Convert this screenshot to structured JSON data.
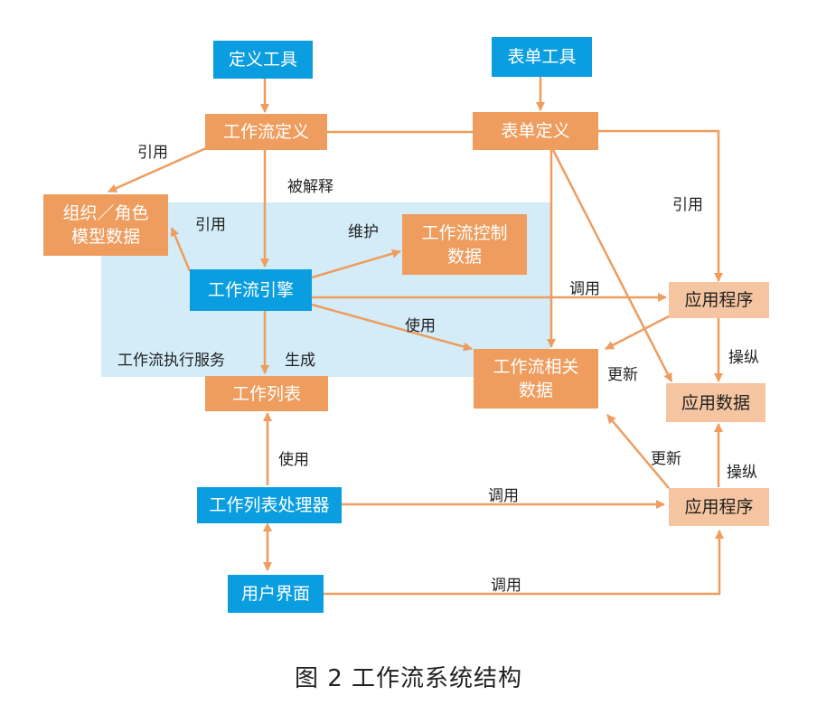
{
  "colors": {
    "blue": "#0a9ee0",
    "orange": "#ee9d5e",
    "peach": "#f5c4a0",
    "arrow": "#ee9d5e",
    "region": "#d3ecf8"
  },
  "nodes": {
    "define_tool": "定义工具",
    "form_tool": "表单工具",
    "workflow_def": "工作流定义",
    "form_def": "表单定义",
    "org_model": "组织／角色\n模型数据",
    "workflow_control": "工作流控制\n数据",
    "workflow_engine": "工作流引擎",
    "app_program_top": "应用程序",
    "workflow_related": "工作流相关\n数据",
    "app_data": "应用数据",
    "worklist": "工作列表",
    "worklist_handler": "工作列表处理器",
    "app_program_bottom": "应用程序",
    "user_interface": "用户界面"
  },
  "labels": {
    "quote_left": "引用",
    "quote_engine": "引用",
    "interpreted": "被解释",
    "maintain": "维护",
    "quote_right": "引用",
    "call_top": "调用",
    "use_engine": "使用",
    "service": "工作流执行服务",
    "generate": "生成",
    "update_top": "更新",
    "operate_top": "操纵",
    "use_worklist": "使用",
    "call_middle": "调用",
    "update_bottom": "更新",
    "operate_bottom": "操纵",
    "call_bottom": "调用"
  },
  "caption": "图 2  工作流系统结构"
}
